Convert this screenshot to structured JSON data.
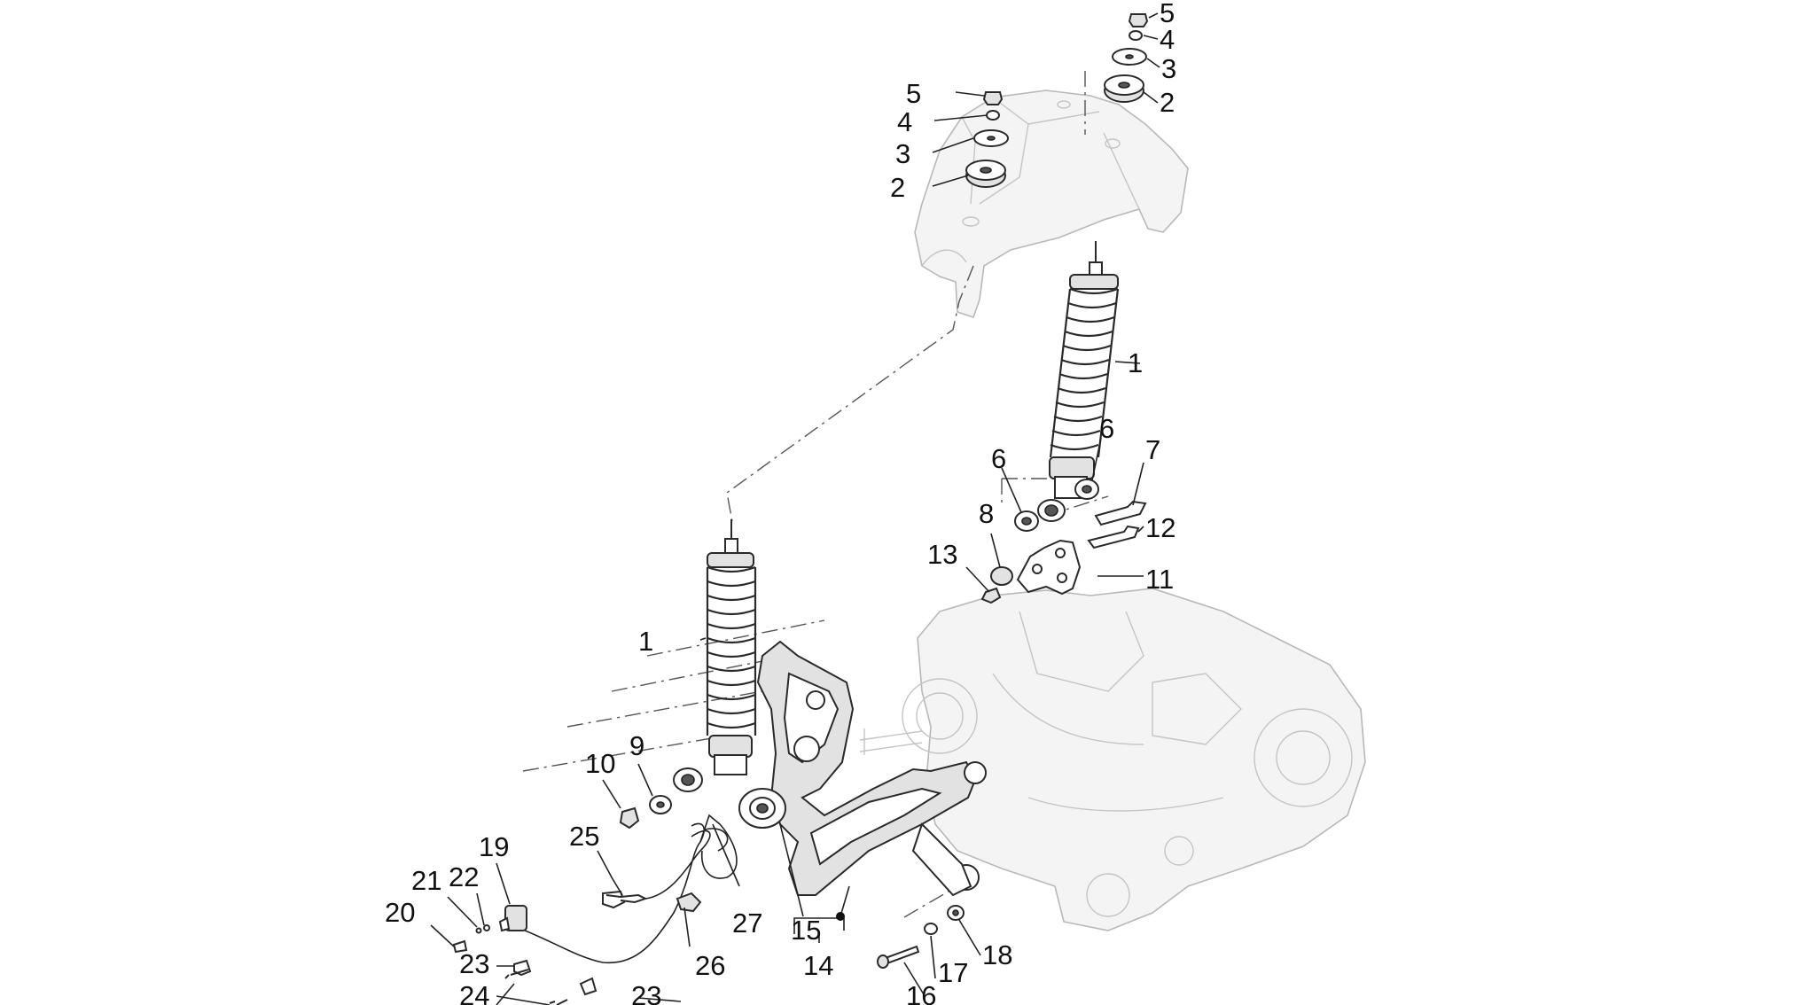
{
  "callouts": {
    "c1a": "1",
    "c1b": "1",
    "c2a": "2",
    "c2b": "2",
    "c3a": "3",
    "c3b": "3",
    "c4a": "4",
    "c4b": "4",
    "c5a": "5",
    "c5b": "5",
    "c6a": "6",
    "c6b": "6",
    "c7": "7",
    "c8": "8",
    "c9": "9",
    "c10": "10",
    "c11": "11",
    "c12": "12",
    "c13": "13",
    "c14": "14",
    "c15": "15",
    "c16": "16",
    "c17": "17",
    "c18": "18",
    "c19": "19",
    "c20": "20",
    "c21": "21",
    "c22": "22",
    "c23a": "23",
    "c23b": "23",
    "c24": "24",
    "c25": "25",
    "c26": "26",
    "c27": "27"
  }
}
